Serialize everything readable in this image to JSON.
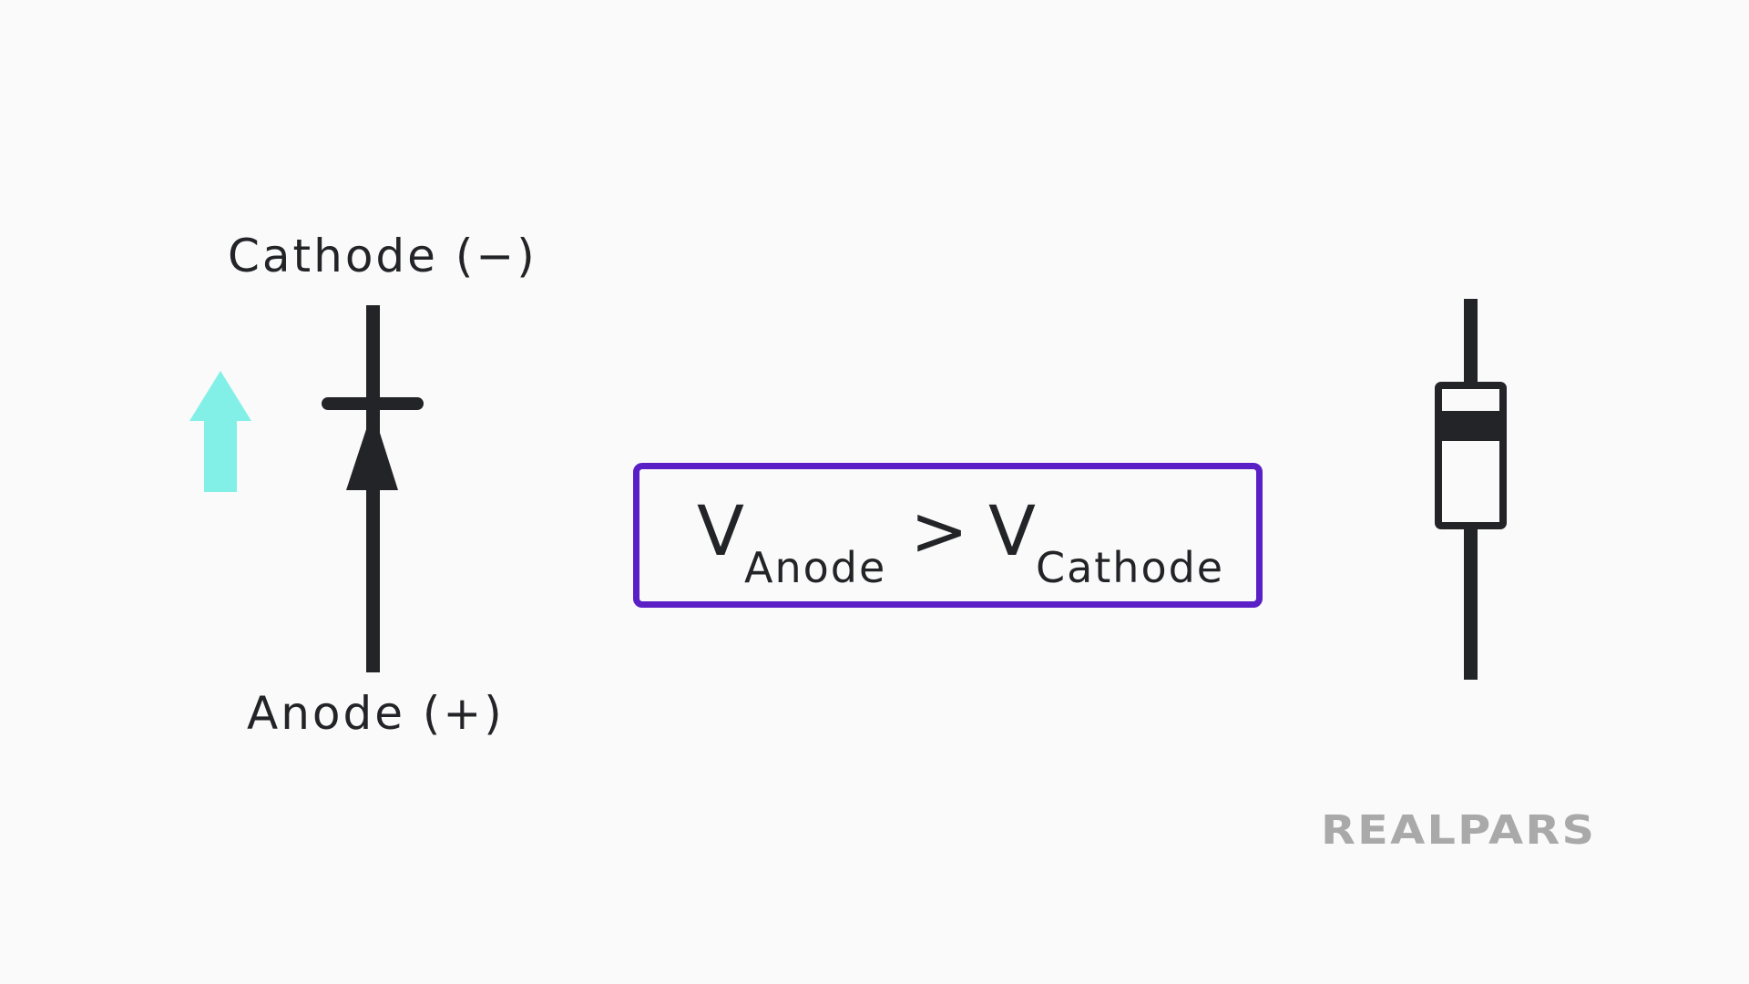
{
  "labels": {
    "cathode": "Cathode (−)",
    "anode": "Anode (+)"
  },
  "equation": {
    "v1": "V",
    "sub1": "Anode",
    "op": ">",
    "v2": "V",
    "sub2": "Cathode"
  },
  "logo": {
    "text": "REALPARS"
  },
  "colors": {
    "arrow": "#83f0e8",
    "box_border": "#5b1fc6",
    "ink": "#232427",
    "logo": "#a9a9a9"
  },
  "icons": {
    "current_direction": "up-arrow-icon",
    "diode_symbol": "diode-symbol-icon",
    "diode_component": "diode-component-icon"
  }
}
